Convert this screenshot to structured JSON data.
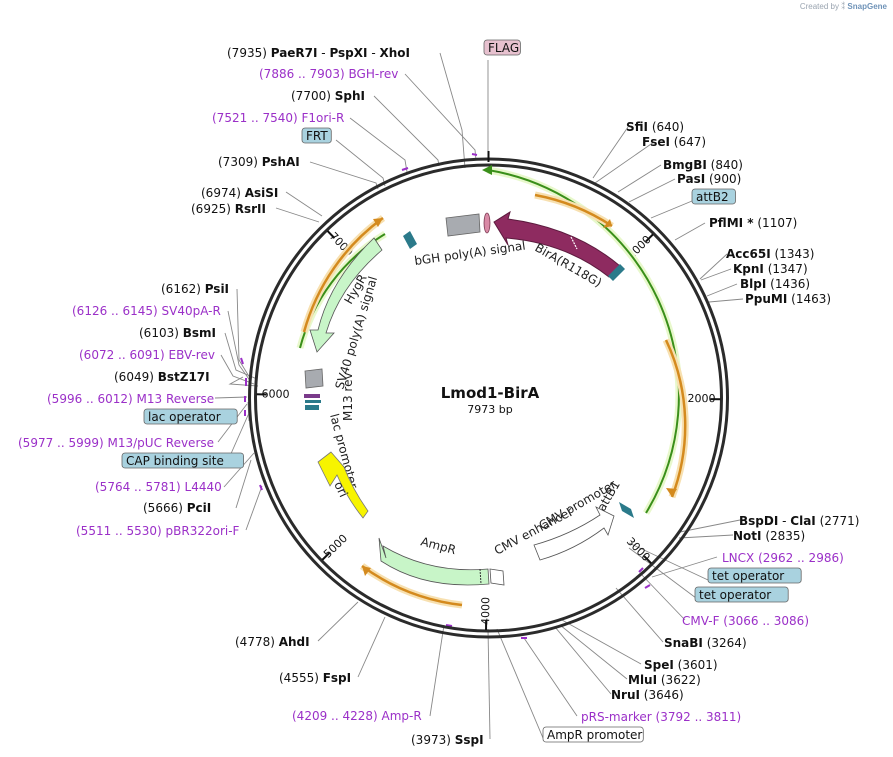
{
  "credit": {
    "prefix": "Created by",
    "brand": "SnapGene"
  },
  "plasmid": {
    "name": "Lmod1-BirA",
    "size_label": "7973 bp",
    "length": 7973
  },
  "ticks": [
    {
      "bp": 1000,
      "label": "1000"
    },
    {
      "bp": 2000,
      "label": "2000"
    },
    {
      "bp": 3000,
      "label": "3000"
    },
    {
      "bp": 4000,
      "label": "4000"
    },
    {
      "bp": 5000,
      "label": "5000"
    },
    {
      "bp": 6000,
      "label": "6000"
    },
    {
      "bp": 7000,
      "label": "7000"
    }
  ],
  "sites": [
    {
      "pos": "(7935)",
      "name": "PaeR7I",
      "extra": [
        " - ",
        "PspXI",
        " - ",
        "XhoI"
      ]
    },
    {
      "pos": "(7886 .. 7903)",
      "primer": "BGH-rev"
    },
    {
      "pos": "(7700)",
      "name": "SphI"
    },
    {
      "pos": "(7521 .. 7540)",
      "primer": "F1ori-R"
    },
    {
      "box": "FRT"
    },
    {
      "pos": "(7309)",
      "name": "PshAI"
    },
    {
      "pos": "(6974)",
      "name": "AsiSI"
    },
    {
      "pos": "(6925)",
      "name": "RsrII"
    },
    {
      "pos": "(6162)",
      "name": "PsiI"
    },
    {
      "pos": "(6126 .. 6145)",
      "primer": "SV40pA-R"
    },
    {
      "pos": "(6103)",
      "name": "BsmI"
    },
    {
      "pos": "(6072 .. 6091)",
      "primer": "EBV-rev"
    },
    {
      "pos": "(6049)",
      "name": "BstZ17I"
    },
    {
      "pos": "(5996 .. 6012)",
      "primer": "M13 Reverse"
    },
    {
      "box": "lac operator"
    },
    {
      "pos": "(5977 .. 5999)",
      "primer": "M13/pUC Reverse"
    },
    {
      "box": "CAP binding site"
    },
    {
      "pos": "(5764 .. 5781)",
      "primer": "L4440"
    },
    {
      "pos": "(5666)",
      "name": "PciI"
    },
    {
      "pos": "(5511 .. 5530)",
      "primer": "pBR322ori-F"
    },
    {
      "pos": "(4778)",
      "name": "AhdI"
    },
    {
      "pos": "(4555)",
      "name": "FspI"
    },
    {
      "pos": "(4209 .. 4228)",
      "primer": "Amp-R"
    },
    {
      "pos": "(3973)",
      "name": "SspI"
    },
    {
      "box": "AmpR promoter"
    },
    {
      "box": "FLAG"
    },
    {
      "name": "SfiI",
      "pos": "(640)"
    },
    {
      "name": "FseI",
      "pos": "(647)"
    },
    {
      "name": "BmgBI",
      "pos": "(840)"
    },
    {
      "name": "PasI",
      "pos": "(900)"
    },
    {
      "box": "attB2"
    },
    {
      "name": "PflMI *",
      "pos": "(1107)"
    },
    {
      "name": "Acc65I",
      "pos": "(1343)"
    },
    {
      "name": "KpnI",
      "pos": "(1347)"
    },
    {
      "name": "BlpI",
      "pos": "(1436)"
    },
    {
      "name": "PpuMI",
      "pos": "(1463)"
    },
    {
      "name": "BspDI",
      "extra": [
        " - ",
        "ClaI"
      ],
      "pos": "(2771)"
    },
    {
      "name": "NotI",
      "pos": "(2835)"
    },
    {
      "primer": "LNCX",
      "pos": "(2962 .. 2986)"
    },
    {
      "box": "tet operator"
    },
    {
      "box": "tet operator"
    },
    {
      "primer": "CMV-F",
      "pos": "(3066 .. 3086)"
    },
    {
      "name": "SnaBI",
      "pos": "(3264)"
    },
    {
      "name": "SpeI",
      "pos": "(3601)"
    },
    {
      "name": "MluI",
      "pos": "(3622)"
    },
    {
      "name": "NruI",
      "pos": "(3646)"
    },
    {
      "primer": "pRS-marker",
      "pos": "(3792 .. 3811)"
    }
  ],
  "features": {
    "birA": "BirA(R118G)",
    "bgh": "bGH poly(A) signal",
    "hygR": "HygR",
    "sv40": "SV40 poly(A) signal",
    "m13rev": "M13 rev",
    "lacpro": "lac promoter",
    "ori": "ori",
    "ampR": "AmpR",
    "cmvEnh": "CMV enhancer",
    "cmvPro": "CMV promoter",
    "attB1": "attB1"
  },
  "colors": {
    "backbone": "#2b2b2b",
    "site": "#111111",
    "primer": "#9b30c8",
    "feature_box": "#a9d2df",
    "flag_box": "#e7c1cf",
    "birA": "#8e2b60",
    "hygR_ampR": "#c8f5c8",
    "ori": "#f7f400",
    "orange_arc": "#d48a1e",
    "green_arc": "#3a8f1a"
  }
}
